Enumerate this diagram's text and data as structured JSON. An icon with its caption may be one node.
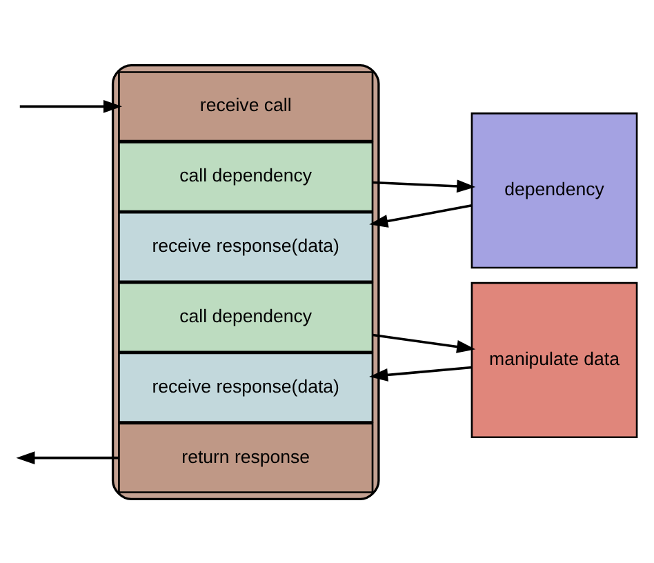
{
  "diagram": {
    "nodes": [
      {
        "text": [],
        "shape": "box"
      },
      {
        "text": [
          "receive call"
        ],
        "in": 0
      },
      {
        "text": [
          "call dependency"
        ],
        "in": 0
      },
      {
        "text": [
          "receive response(data)"
        ],
        "in": 0
      },
      {
        "text": [
          "call dependency"
        ],
        "in": 0
      },
      {
        "text": [
          "receive response(data)"
        ],
        "in": 0
      },
      {
        "text": [
          "return response"
        ],
        "in": 0
      },
      {
        "text": [
          "dependency"
        ]
      },
      {
        "text": [
          "manipulate data"
        ]
      }
    ],
    "edges": [
      {
        "from": null,
        "to": 1,
        "arrow": "to"
      },
      {
        "from": 2,
        "to": 7,
        "arrow": "to"
      },
      {
        "from": 7,
        "to": 3,
        "arrow": "to"
      },
      {
        "from": 4,
        "to": 8,
        "arrow": "to"
      },
      {
        "from": 8,
        "to": 5,
        "arrow": "to"
      },
      {
        "from": 6,
        "to": null,
        "arrow": "to"
      }
    ]
  }
}
